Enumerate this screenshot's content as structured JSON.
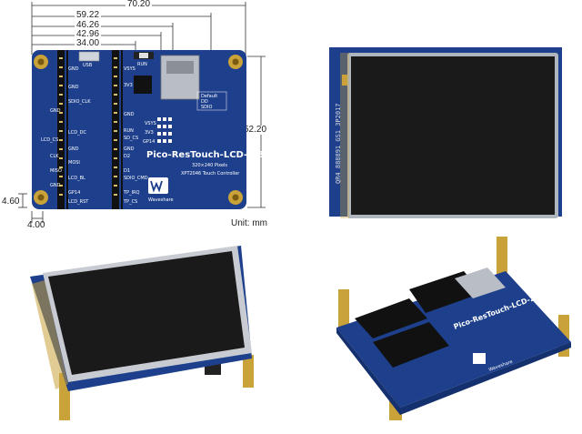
{
  "dimensions": {
    "w1": "70.20",
    "w2": "59.22",
    "w3": "46.26",
    "w4": "42.96",
    "w5": "34.00",
    "h1": "52.20",
    "small_h": "4.60",
    "small_w": "4.00",
    "unit": "Unit: mm"
  },
  "board": {
    "title": "Pico-ResTouch-LCD-2.8",
    "subtitle1": "320×240 Pixels",
    "subtitle2": "XPT2046 Touch Controller",
    "brand": "Waveshare",
    "usb_label": "USB",
    "run_label": "RUN",
    "left_pins": [
      "GND",
      "",
      "GND",
      "",
      "SDIO_CLK",
      "",
      "GND",
      "LCD_DC",
      "LCD_CS",
      "GND",
      "CLK",
      "MOSI",
      "MISO",
      "LCD_BL",
      "GND",
      "GP14",
      "LCD_RST"
    ],
    "right_pins": [
      "",
      "VSYS",
      "3V3",
      "",
      "",
      "GND",
      "RUN",
      "SD_CS",
      "GND",
      "D2",
      "D1",
      "SDIO_CMD",
      "",
      "TP_IRQ",
      "TP_CS"
    ],
    "mid_pins": [
      "VSYS",
      "3V3",
      "GP14"
    ],
    "mini_labels": [
      "Default",
      "DD",
      "SDIO"
    ]
  },
  "fpc_text": "QR4 888891  GS1  3P2017",
  "colors": {
    "pcb_blue": "#1d3f8c",
    "pcb_dark": "#14306e",
    "screen": "#1a1a1a",
    "brass": "#c9a23a"
  }
}
